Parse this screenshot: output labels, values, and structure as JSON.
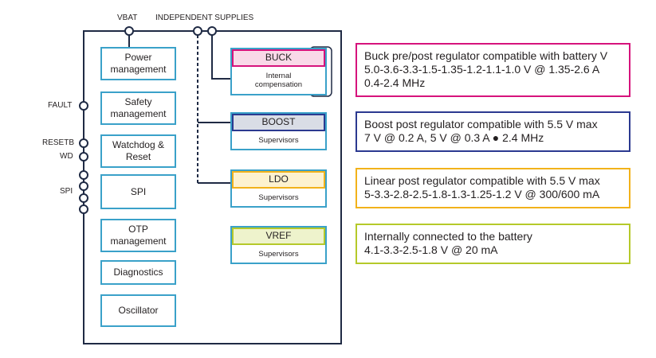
{
  "pins": {
    "vbat": "VBAT",
    "independent_supplies": "INDEPENDENT SUPPLIES",
    "fault": "FAULT",
    "resetb": "RESETB",
    "wd": "WD",
    "spi": "SPI"
  },
  "blocks": [
    "Power\nmanagement",
    "Safety\nmanagement",
    "Watchdog &\nReset",
    "SPI",
    "OTP\nmanagement",
    "Diagnostics",
    "Oscillator"
  ],
  "regulators": {
    "buck": {
      "title": "BUCK",
      "sub": "Internal\ncompensation",
      "color": "#d6137c",
      "fill": "#f9d9e8"
    },
    "boost": {
      "title": "BOOST",
      "sub": "Supervisors",
      "color": "#2b3990",
      "fill": "#d9dde6"
    },
    "ldo": {
      "title": "LDO",
      "sub": "Supervisors",
      "color": "#f2b21a",
      "fill": "#fdf2cf"
    },
    "vref": {
      "title": "VREF",
      "sub": "Supervisors",
      "color": "#b5c92a",
      "fill": "#eef3cc"
    }
  },
  "descriptions": {
    "buck": [
      "Buck pre/post regulator compatible with battery V",
      "5.0-3.6-3.3-1.5-1.35-1.2-1.1-1.0 V @ 1.35-2.6 A",
      "0.4-2.4 MHz"
    ],
    "boost": [
      "Boost post regulator compatible with 5.5 V max",
      "7 V @ 0.2 A, 5 V @ 0.3 A ● 2.4 MHz"
    ],
    "ldo": [
      "Linear post regulator compatible with 5.5 V max",
      "5-3.3-2.8-2.5-1.8-1.3-1.25-1.2 V @ 300/600 mA"
    ],
    "vref": [
      "Internally connected to the battery",
      "4.1-3.3-2.5-1.8 V @ 20 mA"
    ]
  },
  "colors": {
    "block_border": "#3aa1c9",
    "outline": "#1f2a44"
  }
}
